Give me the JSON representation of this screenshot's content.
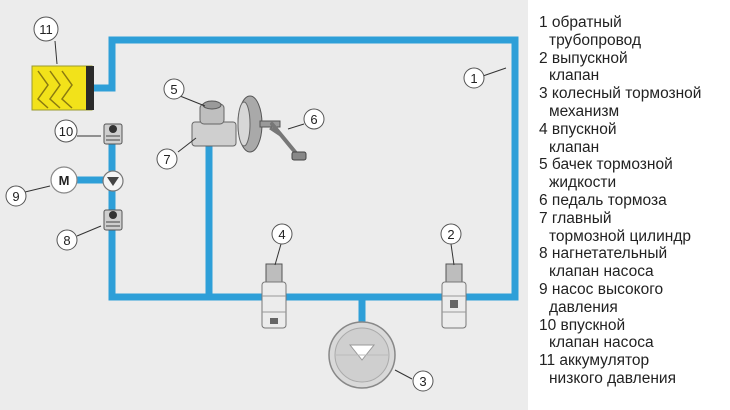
{
  "colors": {
    "pipe": "#2e9fd8",
    "background": "#ececec",
    "accumulator": "#f2e21a",
    "metal_light": "#e6e6e6",
    "metal_dark": "#8a8a8a"
  },
  "callouts": [
    {
      "id": "c1",
      "num": "1"
    },
    {
      "id": "c2",
      "num": "2"
    },
    {
      "id": "c3",
      "num": "3"
    },
    {
      "id": "c4",
      "num": "4"
    },
    {
      "id": "c5",
      "num": "5"
    },
    {
      "id": "c6",
      "num": "6"
    },
    {
      "id": "c7",
      "num": "7"
    },
    {
      "id": "c8",
      "num": "8"
    },
    {
      "id": "c9",
      "num": "9"
    },
    {
      "id": "c10",
      "num": "10"
    },
    {
      "id": "c11",
      "num": "11"
    }
  ],
  "pump_label": "M",
  "legend": [
    {
      "line1": "1 обратный",
      "line2": "трубопровод"
    },
    {
      "line1": "2 выпускной",
      "line2": "клапан"
    },
    {
      "line1": "3 колесный тормозной",
      "line2": "механизм"
    },
    {
      "line1": "4 впускной",
      "line2": "клапан"
    },
    {
      "line1": "5 бачек тормозной",
      "line2": "жидкости"
    },
    {
      "line1": "6 педаль тормоза",
      "line2": ""
    },
    {
      "line1": "7 главный",
      "line2": "тормозной цилиндр"
    },
    {
      "line1": "8 нагнетательный",
      "line2": "клапан насоса"
    },
    {
      "line1": "9 насос высокого",
      "line2": "давления"
    },
    {
      "line1": "10 впускной",
      "line2": "клапан насоса"
    },
    {
      "line1": "11 аккумулятор",
      "line2": "низкого давления"
    }
  ]
}
